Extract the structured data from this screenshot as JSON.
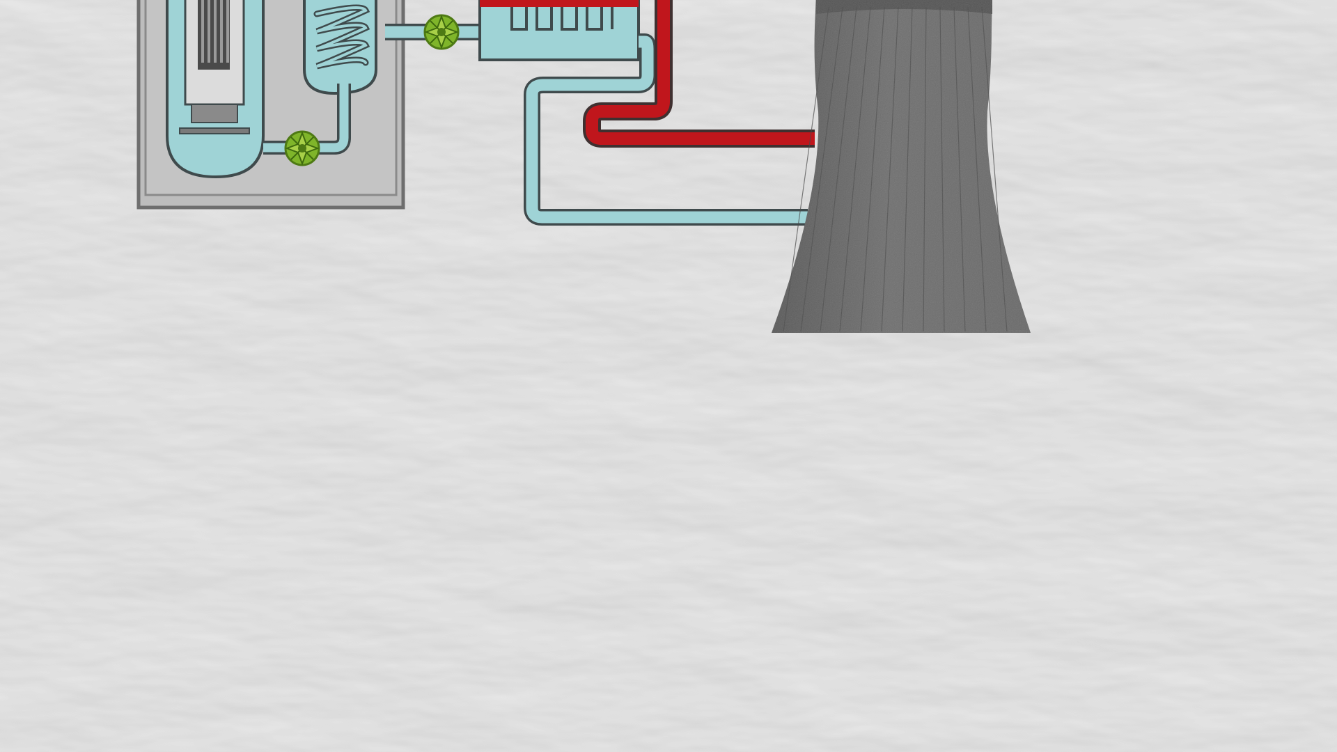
{
  "diagram": {
    "type": "pressurized-water-reactor-schematic",
    "colors": {
      "paper": "#e9e9e9",
      "paper_shadow": "#c8c8c8",
      "coolant": "#9fd3d6",
      "coolant_outline": "#3f4a4c",
      "hot_loop": "#c0161c",
      "containment": "#b9b9b9",
      "containment_border": "#6e6e6e",
      "fuel_rod": "#4a4a4a",
      "pump": "#7fb52a",
      "pump_dark": "#4e7a14",
      "tower": "#6a6a6a",
      "tower_dark": "#4a4a4a"
    },
    "components": [
      {
        "id": "reactor-vessel",
        "icon": "reactor-vessel-icon"
      },
      {
        "id": "fuel-assembly",
        "icon": "fuel-rods-icon"
      },
      {
        "id": "steam-generator",
        "icon": "steam-generator-icon"
      },
      {
        "id": "primary-pump",
        "icon": "pump-icon"
      },
      {
        "id": "feedwater-pump",
        "icon": "pump-icon"
      },
      {
        "id": "condenser",
        "icon": "condenser-icon"
      },
      {
        "id": "cooling-tower",
        "icon": "cooling-tower-icon"
      }
    ]
  }
}
